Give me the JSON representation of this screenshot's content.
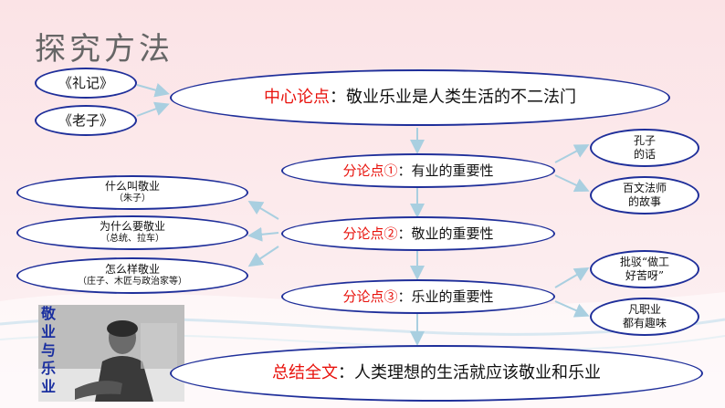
{
  "title": "探究方法",
  "left_sources": [
    "《礼记》",
    "《老子》"
  ],
  "central": {
    "label": "中心论点",
    "sep": "：",
    "text": "敬业乐业是人类生活的不二法门"
  },
  "points": [
    {
      "label": "分论点①",
      "sep": "：",
      "text": "有业的重要性"
    },
    {
      "label": "分论点②",
      "sep": "：",
      "text": "敬业的重要性"
    },
    {
      "label": "分论点③",
      "sep": "：",
      "text": "乐业的重要性"
    }
  ],
  "left_items": [
    {
      "title": "什么叫敬业",
      "note": "（朱子）"
    },
    {
      "title": "为什么要敬业",
      "note": "（总统、拉车）"
    },
    {
      "title": "怎么样敬业",
      "note": "（庄子、木匠与政治家等）"
    }
  ],
  "right_items": [
    {
      "line1": "孔子",
      "line2": "的话"
    },
    {
      "line1": "百文法师",
      "line2": "的故事"
    },
    {
      "line1": "批驳“做工",
      "line2": "好苦呀”"
    },
    {
      "line1": "凡职业",
      "line2": "都有趣味"
    }
  ],
  "conclusion": {
    "label": "总结全文",
    "sep": "：",
    "text": "人类理想的生活就应该敬业和乐业"
  },
  "portrait_caption": [
    "敬",
    "业",
    "与",
    "乐",
    "业"
  ],
  "colors": {
    "accent_red": "#e8120c",
    "border_blue": "#1f2f9a",
    "arrow": "#a9cfe0"
  }
}
